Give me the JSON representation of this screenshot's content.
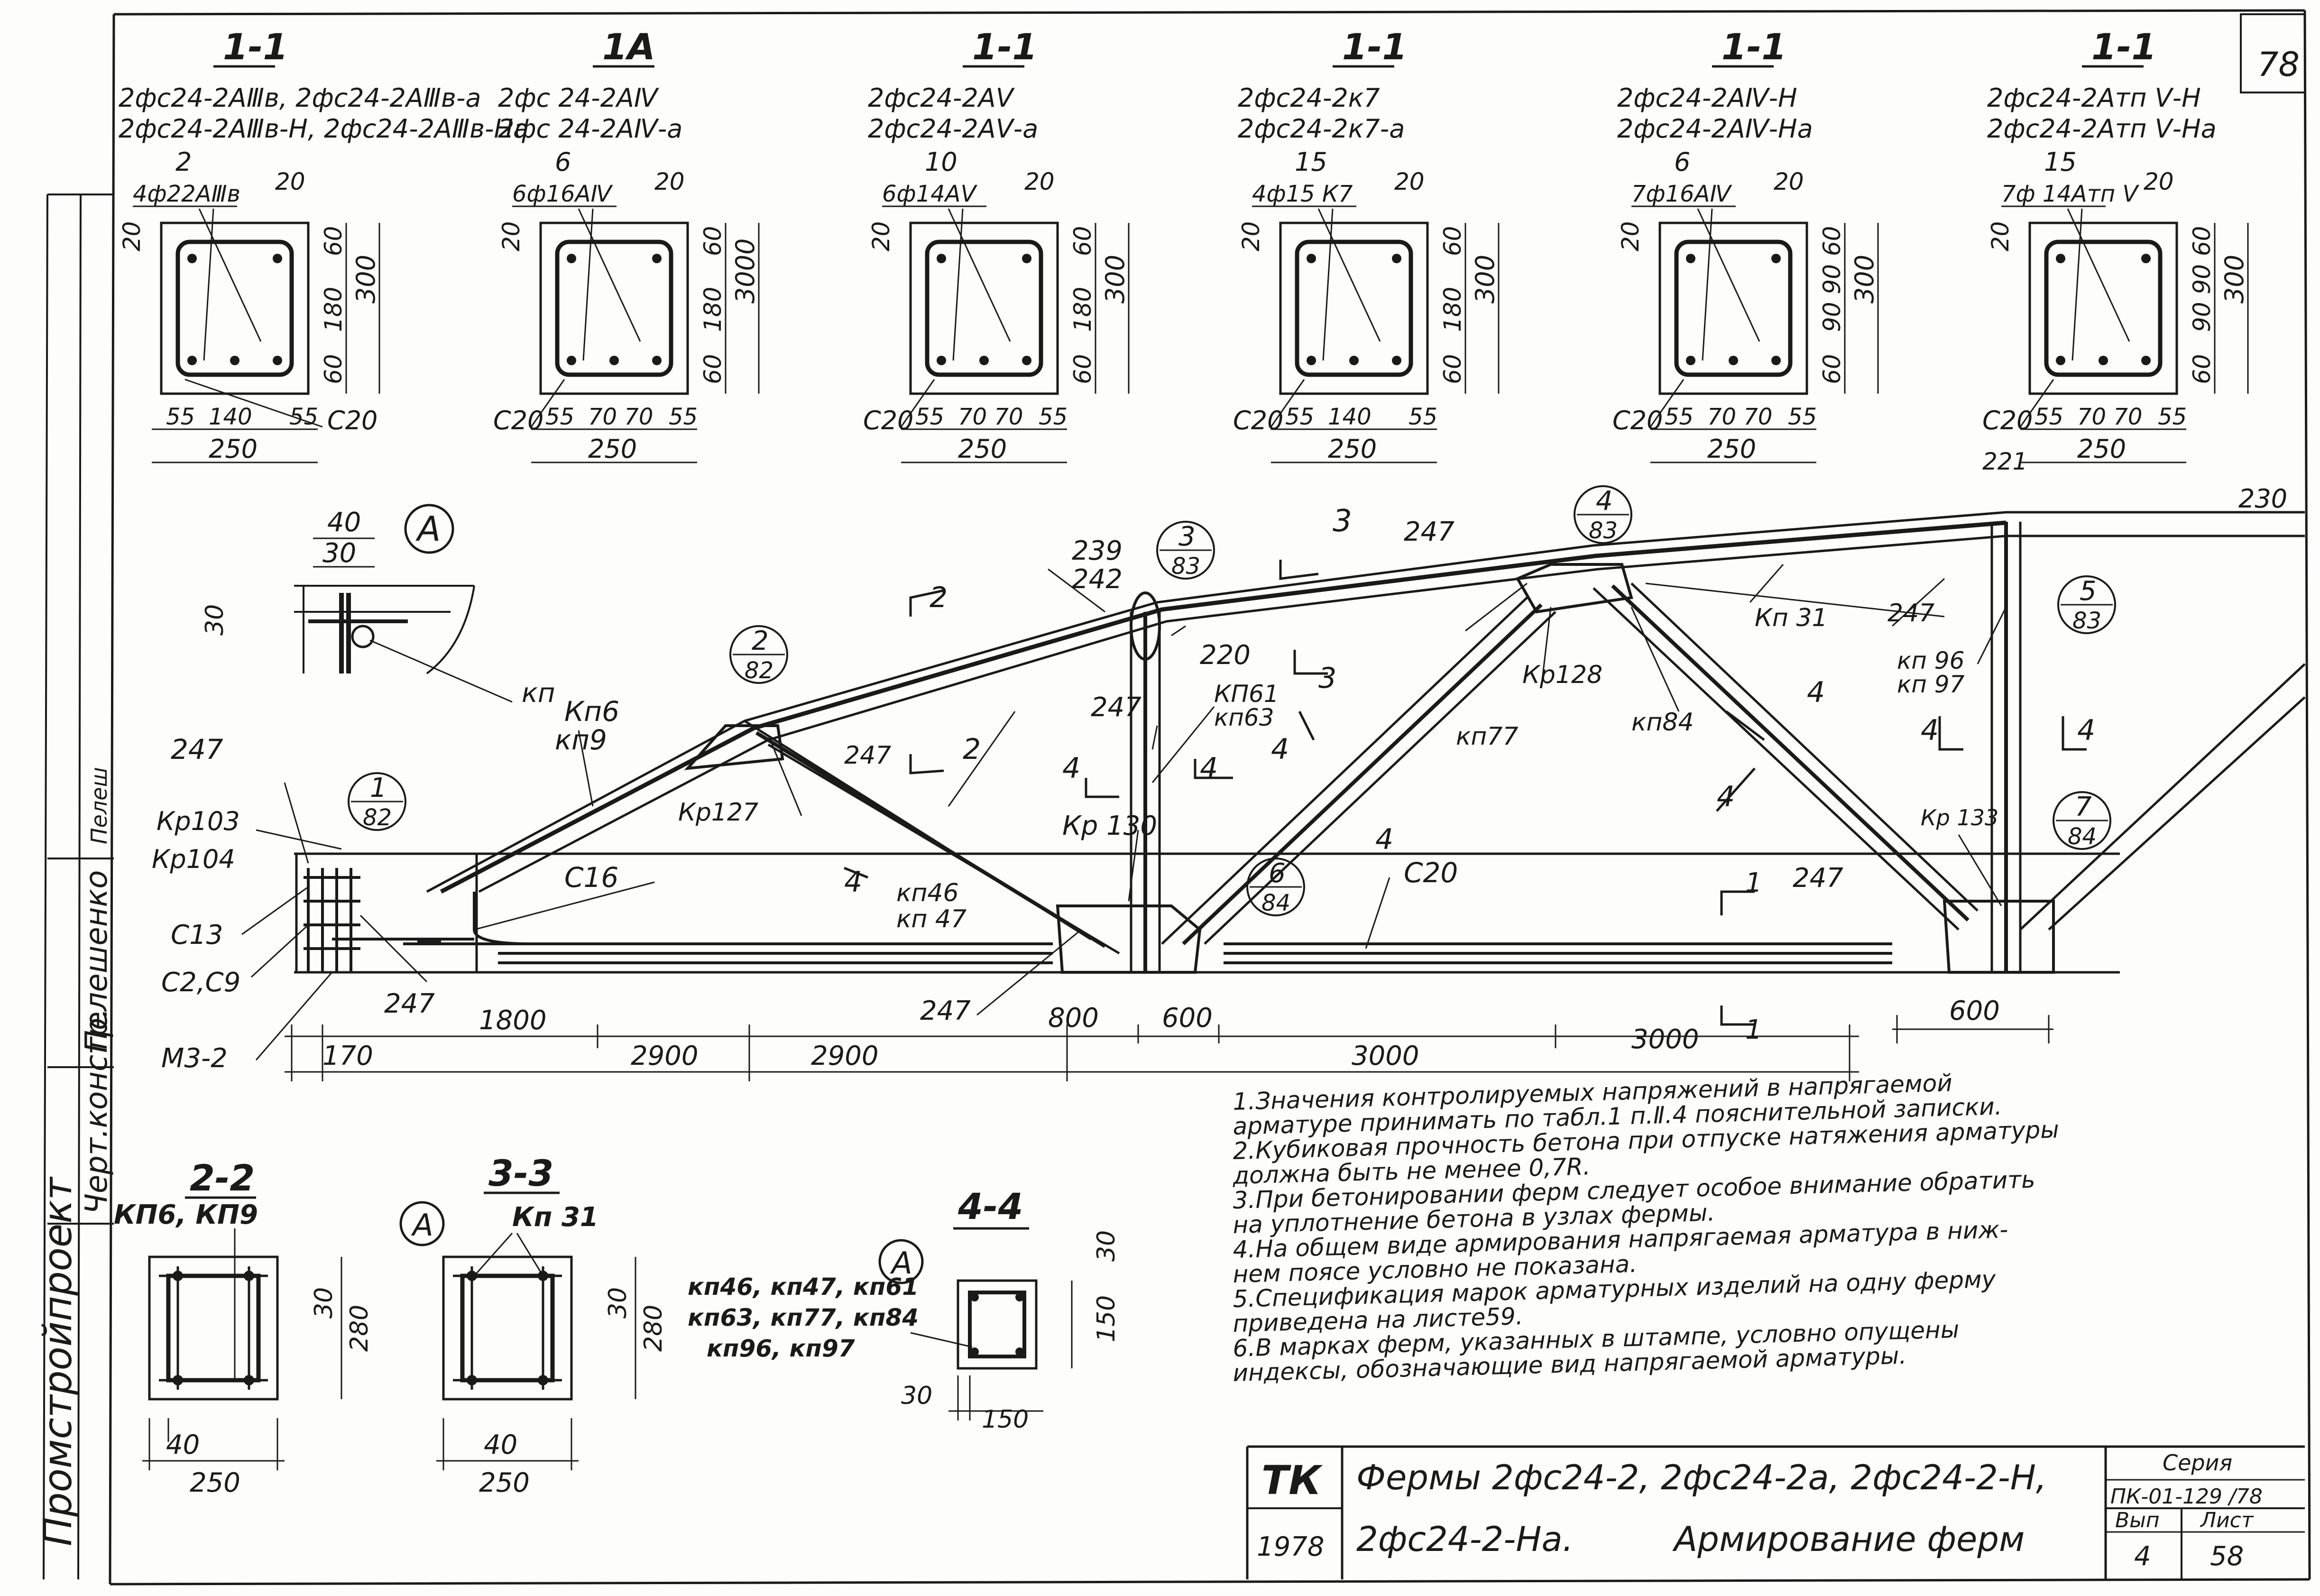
{
  "sheet_number": "78",
  "sidebar": {
    "org": "Промстройпроект",
    "role": "Черт.констр.",
    "name": "Пелешенко",
    "signature": "Пелеш"
  },
  "sections": [
    {
      "mark": "1-1",
      "line1": "2фс24-2АⅢв, 2фс24-2АⅢв-а",
      "line2": "2фс24-2АⅢв-Н, 2фс24-2АⅢв-На",
      "count": "2",
      "rebar": "4ф22АⅢв",
      "w1": "55",
      "w2": "140",
      "w3": "55",
      "width": "250",
      "top": "60",
      "mid": "180",
      "bot": "60",
      "height": "300",
      "cover": "20",
      "stirrup": "С20"
    },
    {
      "mark": "1А",
      "line1": "2фс 24-2АⅣ",
      "line2": "2фс 24-2АⅣ-а",
      "count": "6",
      "rebar": "6ф16АⅣ",
      "w1": "55",
      "w2": "70 70",
      "w3": "55",
      "width": "250",
      "top": "60",
      "mid": "180",
      "bot": "60",
      "height": "3000",
      "cover": "20",
      "stirrup": "С20"
    },
    {
      "mark": "1-1",
      "line1": "2фс24-2АⅤ",
      "line2": "2фс24-2АⅤ-а",
      "count": "10",
      "rebar": "6ф14АⅤ",
      "w1": "55",
      "w2": "70 70",
      "w3": "55",
      "width": "250",
      "top": "60",
      "mid": "180",
      "bot": "60",
      "height": "300",
      "cover": "20",
      "stirrup": "С20"
    },
    {
      "mark": "1-1",
      "line1": "2фс24-2к7",
      "line2": "2фс24-2к7-а",
      "count": "15",
      "rebar": "4ф15 К7",
      "w1": "55",
      "w2": "140",
      "w3": "55",
      "width": "250",
      "top": "60",
      "mid": "180",
      "bot": "60",
      "height": "300",
      "cover": "20",
      "stirrup": "С20"
    },
    {
      "mark": "1-1",
      "line1": "2фс24-2АⅣ-Н",
      "line2": "2фс24-2АⅣ-На",
      "count": "6",
      "rebar": "7ф16АⅣ",
      "w1": "55",
      "w2": "70 70",
      "w3": "55",
      "width": "250",
      "top": "60",
      "mid": "90 90",
      "bot": "60",
      "height": "300",
      "cover": "20",
      "stirrup": "С20"
    },
    {
      "mark": "1-1",
      "line1": "2фс24-2Атп Ⅴ-Н",
      "line2": "2фс24-2Атп Ⅴ-На",
      "count": "15",
      "rebar": "7ф 14Атп Ⅴ",
      "w1": "55",
      "w2": "70 70",
      "w3": "55",
      "width": "250",
      "top": "60",
      "mid": "90 90",
      "bot": "60",
      "height": "300",
      "cover": "20",
      "stirrup": "С20",
      "extra": "221"
    }
  ],
  "truss": {
    "labels": {
      "kp6": "Кп6",
      "kp9": "кп9",
      "c16": "С16",
      "c20": "С20",
      "c13": "С13",
      "c2c9": "С2,С9",
      "m32": "М3-2",
      "kr103": "Кр103",
      "kr104": "Кр104",
      "kr127": "Кр127",
      "kr130": "Кр 130",
      "kr128": "Кр128",
      "kr133": "Кр 133",
      "kp46": "кп46",
      "kp47": "кп 47",
      "kp61": "КП61",
      "kp63": "кп63",
      "kp77": "кп77",
      "kp84": "кп84",
      "kp31": "Кп 31",
      "kp96": "кп 96",
      "kp97": "кп 97",
      "n247": "247",
      "n239": "239",
      "n242": "242",
      "n220": "220",
      "n230": "230",
      "n3": "3",
      "n2": "2",
      "n4": "4",
      "n1": "1",
      "kp": "кп",
      "A": "А",
      "d40": "40",
      "d30": "30",
      "d30v": "30"
    },
    "callouts": [
      {
        "num": "1",
        "sheet": "82"
      },
      {
        "num": "2",
        "sheet": "82"
      },
      {
        "num": "3",
        "sheet": "83"
      },
      {
        "num": "4",
        "sheet": "83"
      },
      {
        "num": "5",
        "sheet": "83"
      },
      {
        "num": "6",
        "sheet": "84"
      },
      {
        "num": "7",
        "sheet": "84"
      }
    ],
    "dims": {
      "d1800": "1800",
      "d2900a": "2900",
      "d2900b": "2900",
      "d800": "800",
      "d600": "600",
      "d3000a": "3000",
      "d3000b": "3000",
      "d170": "170",
      "d600b": "600"
    }
  },
  "small_sections": [
    {
      "mark": "2-2",
      "sub": "КП6, КП9",
      "dim_w": "40",
      "dim_total": "250",
      "dim_a": "30",
      "dim_b": "280"
    },
    {
      "mark": "3-3",
      "sub": "Кп 31",
      "dim_w": "40",
      "dim_total": "250",
      "dim_a": "30",
      "dim_b": "280"
    },
    {
      "mark": "4-4",
      "sub": "кп46, кп47, кп61\nкп63, кп77, кп84\nкп96, кп97",
      "dim_w": "30",
      "dim_total": "150",
      "dim_a": "30",
      "dim_b": "150"
    }
  ],
  "notes": [
    "1.Значения контролируемых напряжений в напрягаемой",
    "  арматуре принимать по табл.1 п.Ⅱ.4 пояснительной записки.",
    "2.Кубиковая прочность бетона при отпуске натяжения арматуры",
    "  должна быть не менее 0,7R.",
    "3.При бетонировании ферм следует особое внимание обратить",
    "  на уплотнение бетона в узлах фермы.",
    "4.На общем виде армирования напрягаемая арматура в ниж-",
    "  нем поясе условно не показана.",
    "5.Спецификация марок арматурных изделий на одну ферму",
    "  приведена на листе59.",
    "6.В марках ферм, указанных в штампе, условно опущены",
    "  индексы, обозначающие вид напрягаемой арматуры."
  ],
  "title_block": {
    "tk": "ТК",
    "year": "1978",
    "title1": "Фермы 2фс24-2, 2фс24-2а, 2фс24-2-Н,",
    "title2": "2фс24-2-На.",
    "title3": "Армирование ферм",
    "series_label": "Серия",
    "series": "ПК-01-129 /78",
    "issue_label": "Вып",
    "issue": "4",
    "sheet_label": "Лист",
    "sheet": "58"
  }
}
